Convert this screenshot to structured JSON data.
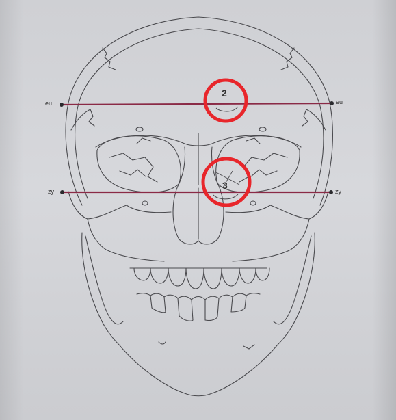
{
  "landmarks": {
    "eu_left": "eu",
    "eu_right": "eu",
    "zy_left": "zy",
    "zy_right": "zy"
  },
  "markers": [
    {
      "id": "marker-2",
      "label": "2"
    },
    {
      "id": "marker-3",
      "label": "3"
    }
  ],
  "colors": {
    "measurement_line": "#8a2a46",
    "marker_circle": "#e8262b",
    "drawing_stroke": "#4a4a4e",
    "paper": "#d4d5d9"
  }
}
